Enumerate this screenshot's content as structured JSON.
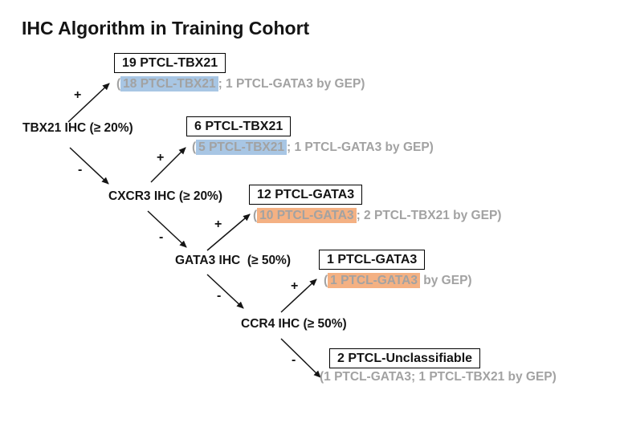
{
  "title": "IHC Algorithm in Training Cohort",
  "colors": {
    "blue": "#a8c6e4",
    "orange": "#f4b183",
    "gray": "#a2a2a2",
    "black": "#141414"
  },
  "edge_labels": {
    "plus": "+",
    "minus": "-"
  },
  "nodes": {
    "tbx21": "TBX21 IHC (≥ 20%)",
    "cxcr3": "CXCR3 IHC (≥ 20%)",
    "gata3": "GATA3 IHC  (≥ 50%)",
    "ccr4": "CCR4 IHC (≥ 50%)"
  },
  "outcomes": [
    {
      "box": "19 PTCL-TBX21",
      "ann_pre": "(",
      "ann_hl": "18 PTCL-TBX21",
      "ann_post": "; 1 PTCL-GATA3 by GEP)",
      "hl_color": "blue"
    },
    {
      "box": "6 PTCL-TBX21",
      "ann_pre": "(",
      "ann_hl": "5 PTCL-TBX21",
      "ann_post": "; 1 PTCL-GATA3 by GEP)",
      "hl_color": "blue"
    },
    {
      "box": "12 PTCL-GATA3",
      "ann_pre": "(",
      "ann_hl": "10 PTCL-GATA3",
      "ann_post": "; 2 PTCL-TBX21 by GEP)",
      "hl_color": "orange"
    },
    {
      "box": "1 PTCL-GATA3",
      "ann_pre": "(",
      "ann_hl": "1 PTCL-GATA3",
      "ann_post": " by GEP)",
      "hl_color": "orange"
    },
    {
      "box": "2 PTCL-Unclassifiable",
      "ann_pre": "(1 PTCL-GATA3; 1 PTCL-TBX21 by GEP)",
      "ann_hl": "",
      "ann_post": "",
      "hl_color": null
    }
  ]
}
